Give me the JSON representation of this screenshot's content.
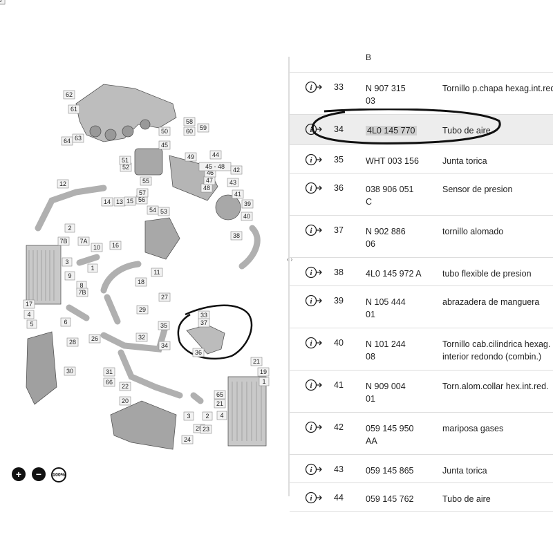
{
  "callouts": [
    "62",
    "61",
    "60",
    "59",
    "58",
    "64",
    "63",
    "50",
    "45",
    "44",
    "12",
    "14",
    "13",
    "15",
    "55",
    "56",
    "57",
    "54",
    "53",
    "52",
    "51",
    "49",
    "48",
    "47",
    "46",
    "45 - 48",
    "43",
    "42",
    "41",
    "40",
    "39",
    "38",
    "16",
    "2",
    "7B",
    "7A",
    "10",
    "1",
    "3",
    "9",
    "8",
    "7B",
    "11",
    "18",
    "17",
    "4",
    "5",
    "6",
    "28",
    "26",
    "27",
    "29",
    "32",
    "33",
    "37",
    "36",
    "35",
    "34",
    "30",
    "31",
    "66",
    "22",
    "20",
    "21",
    "19",
    "1",
    "2",
    "3",
    "25",
    "24",
    "23",
    "65",
    "21",
    "4",
    "5",
    "6"
  ],
  "zoom": {
    "in_icon": "plus-icon",
    "out_icon": "minus-icon",
    "reset_label": "100%"
  },
  "splitter_glyph": "‹ ›",
  "partial_row_fragment": "B",
  "rows": [
    {
      "pos": "33",
      "pn_line1": "N   907 315",
      "pn_line2": "03",
      "desc": "Tornillo p.chapa hexag.int.red"
    },
    {
      "pos": "34",
      "pn_line1": "4L0 145 770",
      "pn_line2": "",
      "desc": "Tubo de aire",
      "selected": true
    },
    {
      "pos": "35",
      "pn_line1": "WHT 003 156",
      "pn_line2": "",
      "desc": "Junta torica"
    },
    {
      "pos": "36",
      "pn_line1": "038 906 051",
      "pn_line2": "C",
      "desc": "Sensor de presion"
    },
    {
      "pos": "37",
      "pn_line1": "N   902 886",
      "pn_line2": "06",
      "desc": "tornillo alomado"
    },
    {
      "pos": "38",
      "pn_line1": "4L0 145 972 A",
      "pn_line2": "",
      "desc": "tubo flexible de presion"
    },
    {
      "pos": "39",
      "pn_line1": "N   105 444",
      "pn_line2": "01",
      "desc": "abrazadera de manguera"
    },
    {
      "pos": "40",
      "pn_line1": "N   101 244",
      "pn_line2": "08",
      "desc": "Tornillo cab.cilindrica hexag.",
      "desc2": "interior redondo (combin.)"
    },
    {
      "pos": "41",
      "pn_line1": "N   909 004",
      "pn_line2": "01",
      "desc": "Torn.alom.collar hex.int.red."
    },
    {
      "pos": "42",
      "pn_line1": "059 145 950",
      "pn_line2": "AA",
      "desc": "mariposa gases"
    },
    {
      "pos": "43",
      "pn_line1": "059 145 865",
      "pn_line2": "",
      "desc": "Junta torica"
    },
    {
      "pos": "44",
      "pn_line1": "059 145 762",
      "pn_line2": "",
      "desc": "Tubo de aire"
    }
  ]
}
